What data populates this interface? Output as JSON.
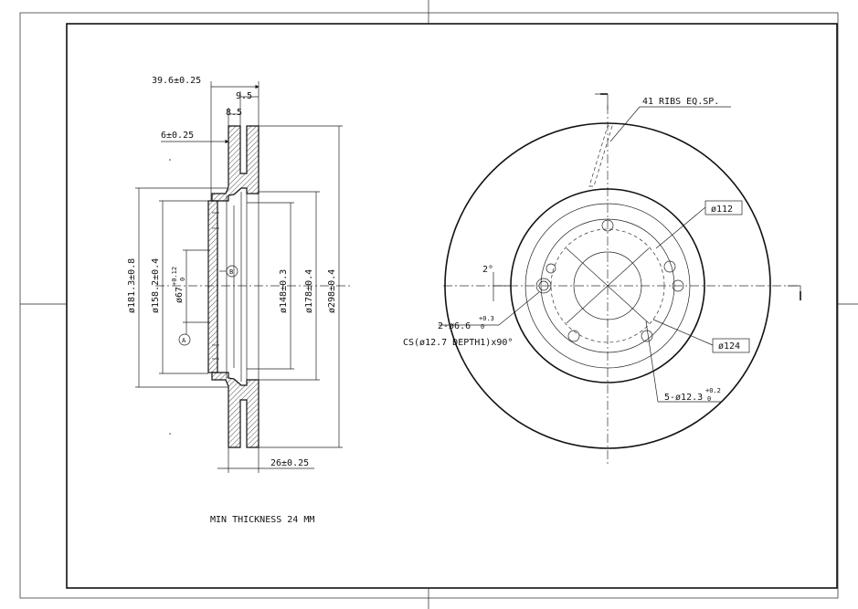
{
  "labels": {
    "overall_width": "39.6±0.25",
    "vane_95": "9.5",
    "vane_85": "8.5",
    "hat_6": "6±0.25",
    "d181": "ø181.3±0.8",
    "d158": "ø158.2±0.4",
    "d67": "ø67",
    "d67_tol_upper": "+0.12",
    "d67_tol_lower": "0",
    "d148": "ø148±0.3",
    "d178": "ø178±0.4",
    "d298": "ø298±0.4",
    "thick26": "26±0.25",
    "datum_a": "A",
    "datum_b": "B",
    "min_thickness": "MIN THICKNESS 24 MM",
    "ribs": "41 RIBS EQ.SP.",
    "d112": "ø112",
    "d124": "ø124",
    "angle2": "2°",
    "holes_2": "2-ø6.6",
    "holes_2_tol_upper": "+0.3",
    "holes_2_tol_lower": "0",
    "countersink": "CS(ø12.7 DEPTH1)x90°",
    "holes_5": "5-ø12.3",
    "holes_5_tol_upper": "+0.2",
    "holes_5_tol_lower": "0"
  }
}
